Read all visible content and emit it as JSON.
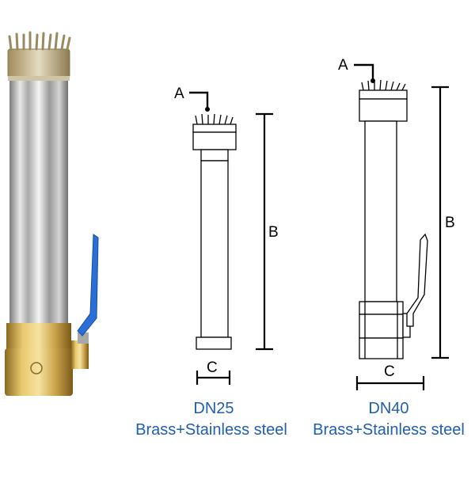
{
  "labels": {
    "a": "A",
    "b": "B",
    "c": "C"
  },
  "captions": {
    "dn25_size": "DN25",
    "dn25_material": "Brass+Stainless steel",
    "dn40_size": "DN40",
    "dn40_material": "Brass+Stainless steel"
  },
  "colors": {
    "caption_text": "#1f5fae",
    "handle_blue": "#2a6fd6",
    "brass": "#c9a24a",
    "steel": "#b8b8b8"
  }
}
